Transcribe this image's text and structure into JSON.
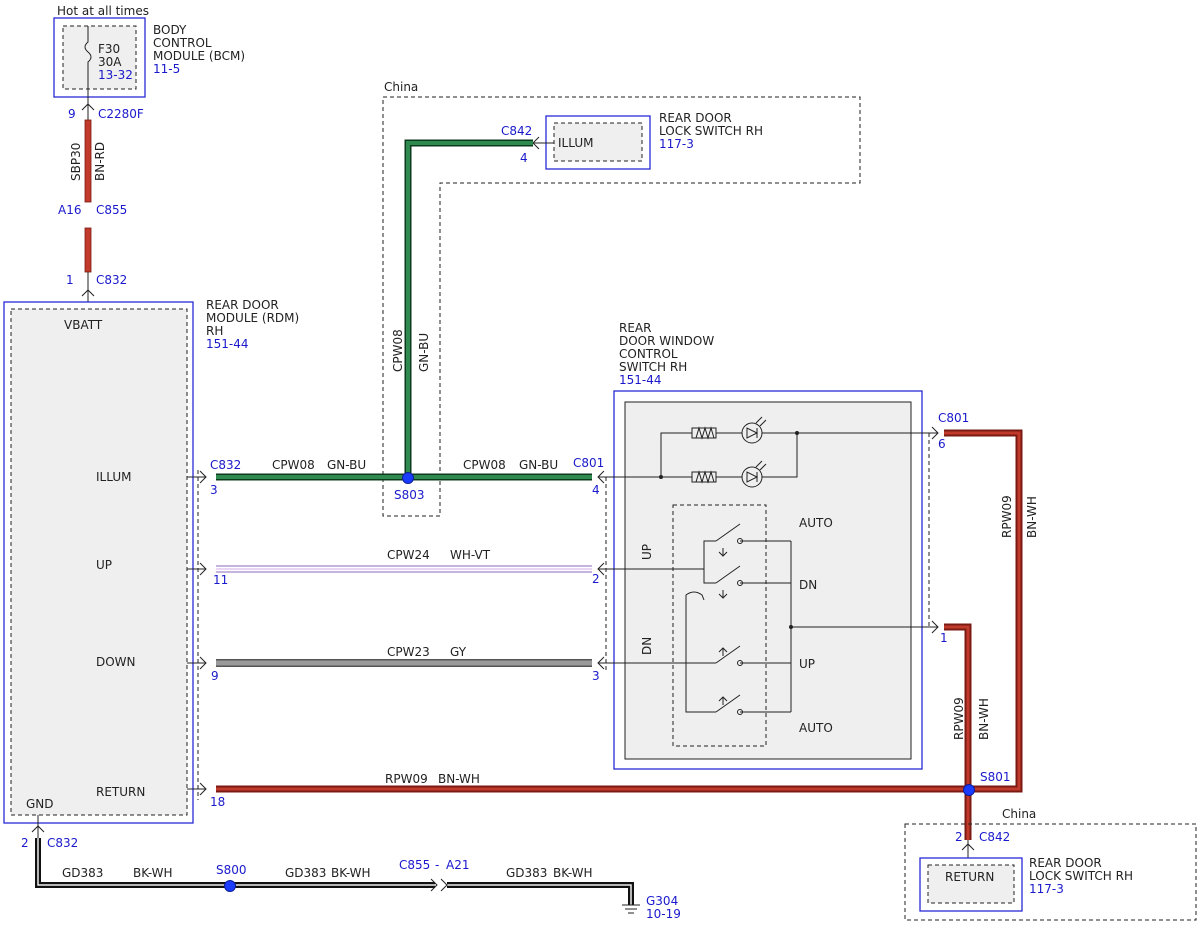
{
  "header": {
    "hot_label": "Hot at all times"
  },
  "bcm": {
    "name_lines": [
      "BODY",
      "CONTROL",
      "MODULE (BCM)"
    ],
    "ref": "11-5",
    "fuse_lines": [
      "F30",
      "30A"
    ],
    "fuse_ref": "13-32",
    "pin": "9",
    "connector": "C2280F"
  },
  "power_wire": {
    "circuit": "SBP30",
    "color": "BN-RD"
  },
  "c855_top": {
    "pin": "A16",
    "connector": "C855"
  },
  "c832_vbatt": {
    "pin": "1",
    "connector": "C832"
  },
  "rdm": {
    "name_lines": [
      "REAR DOOR",
      "MODULE (RDM)",
      "RH"
    ],
    "ref": "151-44",
    "pins": {
      "vbatt": "VBATT",
      "illum": "ILLUM",
      "up": "UP",
      "down": "DOWN",
      "return": "RETURN",
      "gnd": "GND"
    }
  },
  "china_top": {
    "label": "China",
    "switch_name_lines": [
      "REAR DOOR",
      "LOCK SWITCH RH"
    ],
    "switch_ref": "117-3",
    "pin_label": "ILLUM",
    "connector": "C842",
    "pin": "4"
  },
  "wire_vertical": {
    "circuit": "CPW08",
    "color": "GN-BU"
  },
  "illum_wire": {
    "left_connector": "C832",
    "left_pin": "3",
    "circuit": "CPW08",
    "color": "GN-BU",
    "splice": "S803",
    "right_connector": "C801",
    "right_pin": "4"
  },
  "up_wire": {
    "left_pin": "11",
    "circuit": "CPW24",
    "color": "WH-VT",
    "right_pin": "2"
  },
  "down_wire": {
    "left_pin": "9",
    "circuit": "CPW23",
    "color": "GY",
    "right_pin": "3"
  },
  "return_wire": {
    "left_pin": "18",
    "circuit": "RPW09",
    "color": "BN-WH",
    "splice": "S801"
  },
  "window_switch": {
    "name_lines": [
      "REAR",
      "DOOR WINDOW",
      "CONTROL",
      "SWITCH RH"
    ],
    "ref": "151-44",
    "labels": {
      "up": "UP",
      "dn": "DN",
      "auto_top": "AUTO",
      "dn_right": "DN",
      "up_right": "UP",
      "auto_bottom": "AUTO"
    }
  },
  "c801_top": {
    "connector": "C801",
    "pin": "6"
  },
  "c801_pin1": {
    "pin": "1"
  },
  "rpw09_vertical_right": {
    "circuit": "RPW09",
    "color": "BN-WH"
  },
  "rpw09_vertical_mid": {
    "circuit": "RPW09",
    "color": "BN-WH"
  },
  "china_bottom": {
    "label": "China",
    "pin": "2",
    "connector": "C842",
    "pin_label": "RETURN",
    "switch_name_lines": [
      "REAR DOOR",
      "LOCK SWITCH RH"
    ],
    "switch_ref": "117-3"
  },
  "ground": {
    "pin": "2",
    "connector": "C832",
    "seg1_circuit": "GD383",
    "seg1_color": "BK-WH",
    "splice": "S800",
    "seg2_circuit": "GD383",
    "seg2_color": "BK-WH",
    "inline_connector_a": "C855",
    "inline_connector_sep": "-",
    "inline_connector_b": "A21",
    "seg3_circuit": "GD383",
    "seg3_color": "BK-WH",
    "ground_id": "G304",
    "ground_ref": "10-19"
  },
  "colors": {
    "green": "#1d6b3a",
    "red": "#c0392b",
    "red_dark": "#7a1a12",
    "gray": "#888888",
    "violet": "#b39ad3",
    "ref_blue": "#1a1acc",
    "module_blue": "#2a2ad6",
    "splice_blue": "#1a3cff"
  }
}
